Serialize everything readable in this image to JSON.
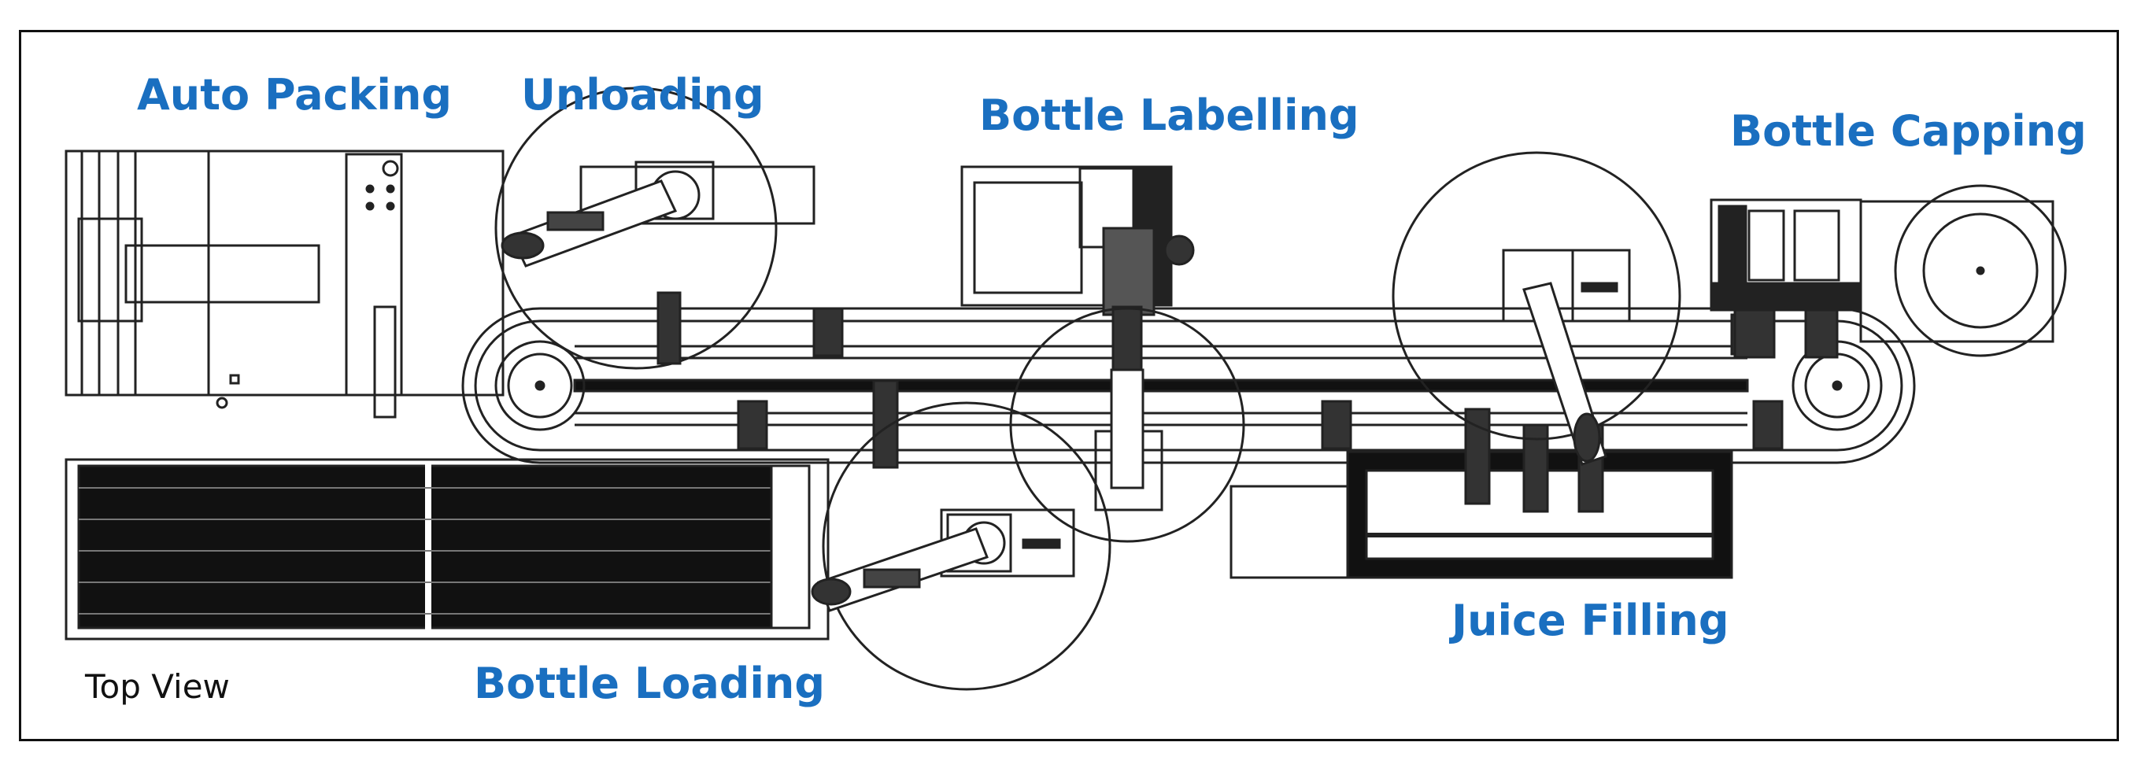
{
  "diagram": {
    "stations": {
      "auto_packing": "Auto Packing",
      "unloading": "Unloading",
      "bottle_labelling": "Bottle Labelling",
      "bottle_capping": "Bottle Capping",
      "juice_filling": "Juice Filling",
      "bottle_loading": "Bottle Loading"
    },
    "view_caption": "Top View"
  },
  "colors": {
    "label": "#1a6fc0",
    "line": "#222222",
    "fill_dark": "#111111"
  }
}
